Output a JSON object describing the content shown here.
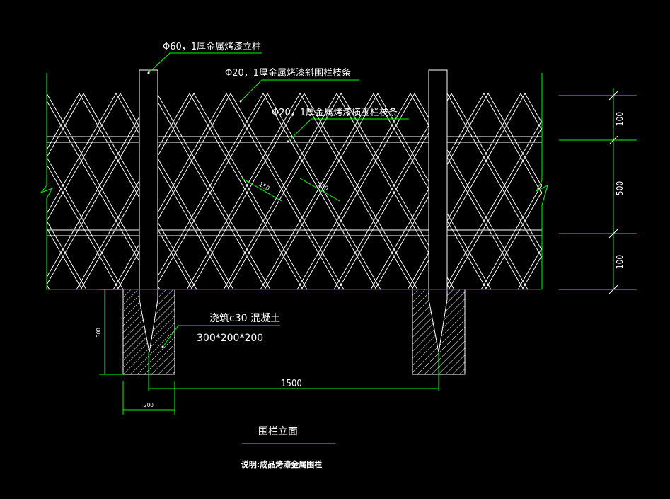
{
  "annotations": {
    "post": "Φ60，1厚金属烤漆立柱",
    "diagonal_bar": "Φ20，1厚金属烤漆斜围栏枝条",
    "horizontal_bar": "Φ20，1厚金属烤漆横围栏枝条",
    "footing_material": "浇筑c30 混凝土",
    "footing_size": "300*200*200"
  },
  "dimensions": {
    "top_band": "100",
    "middle_band": "500",
    "bottom_band": "100",
    "post_spacing": "1500",
    "footing_width": "200",
    "footing_depth": "300",
    "diamond_spacing_a": "150",
    "diamond_spacing_b": "150"
  },
  "titles": {
    "drawing_title": "围栏立面",
    "note": "说明:成品烤漆金属围栏"
  },
  "colors": {
    "background": "#000000",
    "geometry": "#ffffff",
    "leader": "#00ff00",
    "ground_line": "#ff0000",
    "text": "#ffffff"
  }
}
